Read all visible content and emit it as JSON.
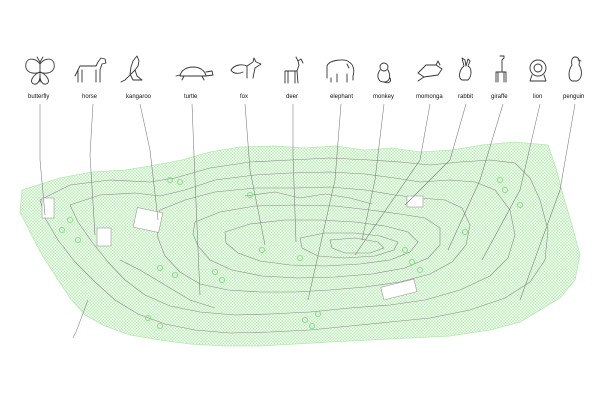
{
  "animals": [
    {
      "name": "butterfly",
      "icon": "butterfly-icon"
    },
    {
      "name": "horse",
      "icon": "horse-icon"
    },
    {
      "name": "kangaroo",
      "icon": "kangaroo-icon"
    },
    {
      "name": "turtle",
      "icon": "turtle-icon"
    },
    {
      "name": "fox",
      "icon": "fox-icon"
    },
    {
      "name": "deer",
      "icon": "deer-icon"
    },
    {
      "name": "elephant",
      "icon": "elephant-icon"
    },
    {
      "name": "monkey",
      "icon": "monkey-icon"
    },
    {
      "name": "momonga",
      "icon": "momonga-icon"
    },
    {
      "name": "rabbit",
      "icon": "rabbit-icon"
    },
    {
      "name": "giraffe",
      "icon": "giraffe-icon"
    },
    {
      "name": "lion",
      "icon": "lion-icon"
    },
    {
      "name": "penguin",
      "icon": "penguin-icon"
    }
  ],
  "colors": {
    "site_fill": "#e4f7e2",
    "vegetation": "#7ddc7d",
    "lines": "#8a8a8a",
    "icon_stroke": "#333333"
  }
}
